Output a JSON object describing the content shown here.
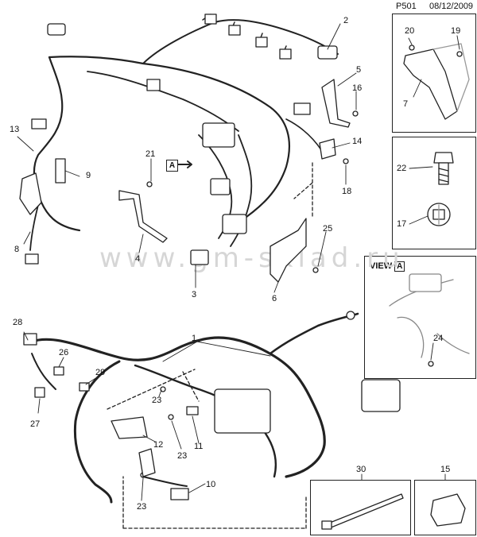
{
  "header": {
    "code": "P501",
    "date": "08/12/2009"
  },
  "view": {
    "word": "VIEW",
    "letter": "A"
  },
  "arrow_marker": "A",
  "watermark": "www.gm-sklad.ru",
  "callouts": {
    "n1": "1",
    "n2": "2",
    "n3": "3",
    "n4": "4",
    "n5": "5",
    "n6": "6",
    "n7": "7",
    "n8": "8",
    "n9": "9",
    "n10": "10",
    "n11": "11",
    "n12": "12",
    "n13": "13",
    "n14": "14",
    "n15": "15",
    "n16": "16",
    "n17": "17",
    "n18": "18",
    "n19": "19",
    "n20": "20",
    "n21": "21",
    "n22": "22",
    "n23a": "23",
    "n23b": "23",
    "n23c": "23",
    "n24": "24",
    "n25": "25",
    "n26": "26",
    "n27": "27",
    "n28": "28",
    "n29": "29",
    "n30": "30"
  },
  "colors": {
    "line": "#222222",
    "part_fill": "#ffffff",
    "shade": "#bbbbbb",
    "watermark": "#d6d6d6"
  }
}
